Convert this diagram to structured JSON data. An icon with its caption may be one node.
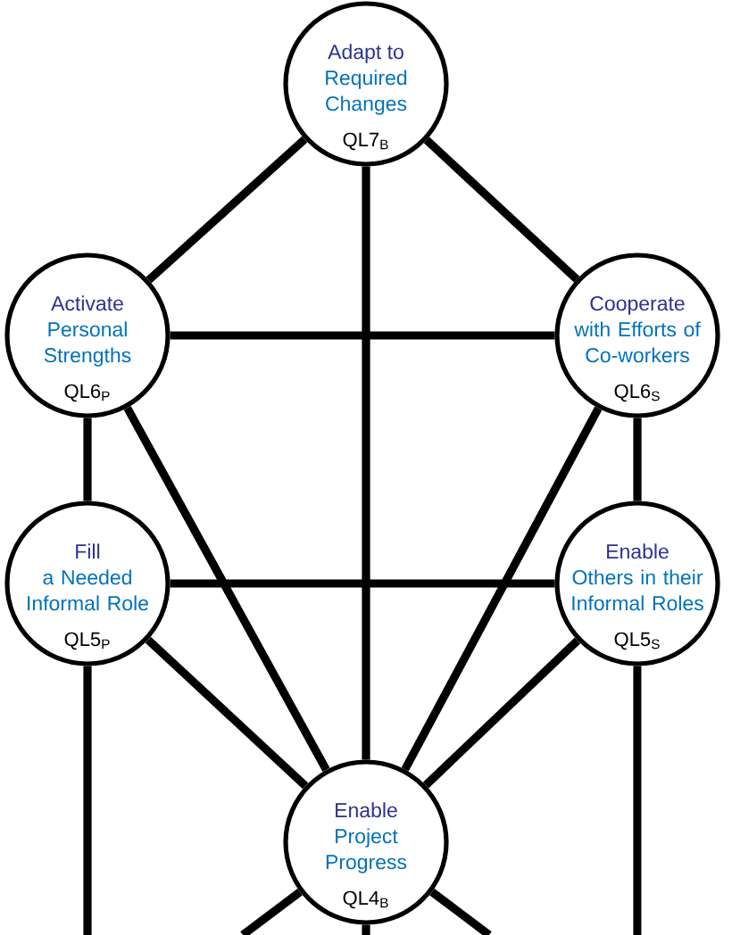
{
  "diagram": {
    "nodes": [
      {
        "text": [
          "Adapt to",
          "Required Changes",
          "QL7$_{B}$"
        ]
      },
      {
        "text": [
          "Activate",
          "Personal Strengths",
          "QL6$_{P}$"
        ]
      },
      {
        "text": [
          "Cooperate",
          "with Efforts of Co-workers",
          "QL6$_{S}$"
        ]
      },
      {
        "text": [
          "Fill",
          "a Needed Informal Role",
          "QL5$_{P}$"
        ]
      },
      {
        "text": [
          "Enable",
          "Others in their Informal Roles",
          "QL5$_{S}$"
        ]
      },
      {
        "text": [
          "Enable",
          "Project Progress",
          "QL4$_{B}$"
        ]
      }
    ],
    "edges": [
      {
        "from": 0,
        "to": 1,
        "arrow": "none"
      },
      {
        "from": 0,
        "to": 2,
        "arrow": "none"
      },
      {
        "from": 0,
        "to": 5,
        "arrow": "none"
      },
      {
        "from": 1,
        "to": 2,
        "arrow": "none"
      },
      {
        "from": 1,
        "to": 3,
        "arrow": "none"
      },
      {
        "from": 1,
        "to": 5,
        "arrow": "none"
      },
      {
        "from": 2,
        "to": 4,
        "arrow": "none"
      },
      {
        "from": 2,
        "to": 5,
        "arrow": "none"
      },
      {
        "from": 3,
        "to": 4,
        "arrow": "none"
      },
      {
        "from": 3,
        "to": 5,
        "arrow": "none"
      },
      {
        "from": 4,
        "to": 5,
        "arrow": "none"
      },
      {
        "from": 3,
        "to": null,
        "arrow": "none"
      },
      {
        "from": 4,
        "to": null,
        "arrow": "none"
      },
      {
        "from": 5,
        "to": null,
        "arrow": "none"
      },
      {
        "from": 5,
        "to": null,
        "arrow": "none"
      },
      {
        "from": 5,
        "to": null,
        "arrow": "none"
      }
    ]
  }
}
